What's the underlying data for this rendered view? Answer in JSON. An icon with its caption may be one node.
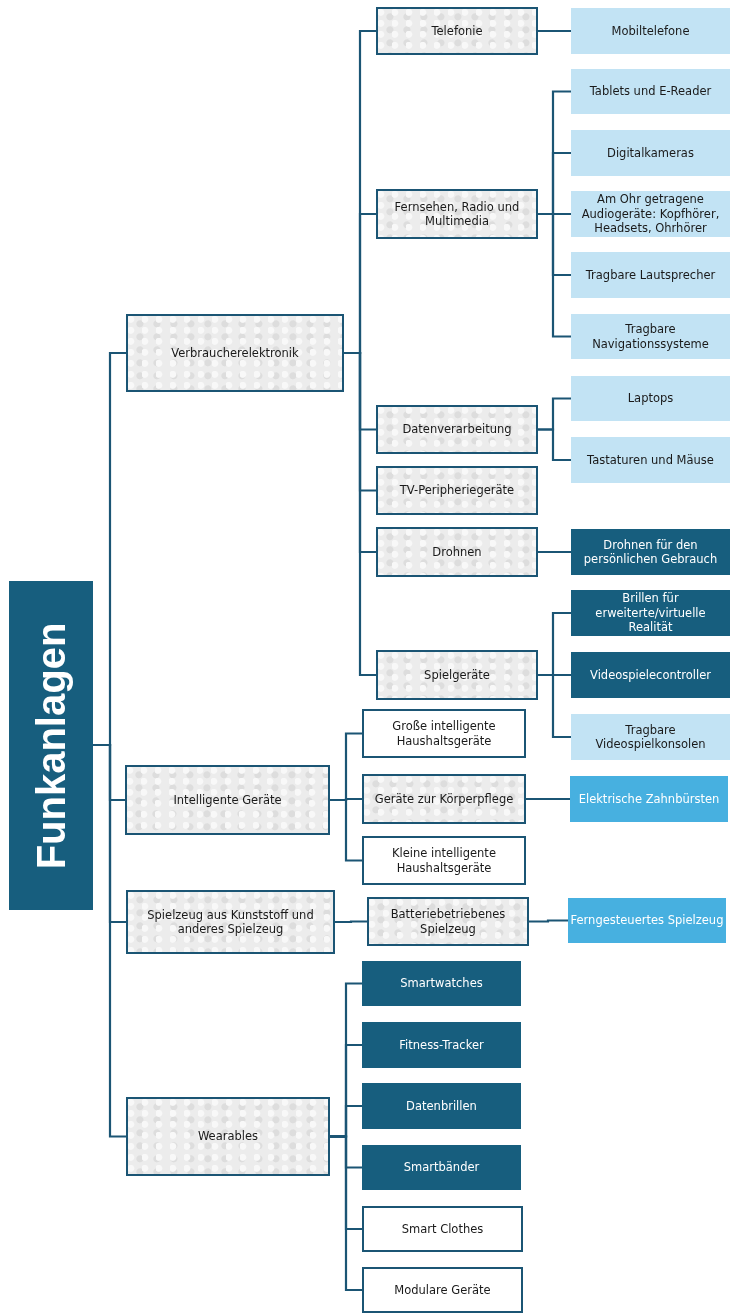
{
  "diagram": {
    "nodes": [
      {
        "text": [
          "Funkanlagen"
        ]
      },
      {
        "text": [
          "Verbraucherelektronik"
        ]
      },
      {
        "text": [
          "Telefonie"
        ]
      },
      {
        "text": [
          "Mobiltelefone"
        ]
      },
      {
        "text": [
          "Fernsehen, Radio und Multimedia"
        ]
      },
      {
        "text": [
          "Tablets und E-Reader"
        ]
      },
      {
        "text": [
          "Digitalkameras"
        ]
      },
      {
        "text": [
          "Am Ohr getragene Audiogeräte: Kopfhörer, Headsets, Ohrhörer"
        ]
      },
      {
        "text": [
          "Tragbare Lautsprecher"
        ]
      },
      {
        "text": [
          "Tragbare Navigationssysteme"
        ]
      },
      {
        "text": [
          "Datenverarbeitung"
        ]
      },
      {
        "text": [
          "Laptops"
        ]
      },
      {
        "text": [
          "Tastaturen und Mäuse"
        ]
      },
      {
        "text": [
          "TV-Peripheriegeräte"
        ]
      },
      {
        "text": [
          "Drohnen"
        ]
      },
      {
        "text": [
          "Drohnen für den persönlichen Gebrauch"
        ]
      },
      {
        "text": [
          "Spielgeräte"
        ]
      },
      {
        "text": [
          "Brillen für erweiterte/virtuelle Realität"
        ]
      },
      {
        "text": [
          "Videospielecontroller"
        ]
      },
      {
        "text": [
          "Tragbare Videospielkonsolen"
        ]
      },
      {
        "text": [
          "Intelligente Geräte"
        ]
      },
      {
        "text": [
          "Große intelligente Haushaltsgeräte"
        ]
      },
      {
        "text": [
          "Geräte zur Körperpflege"
        ]
      },
      {
        "text": [
          "Elektrische Zahnbürsten"
        ]
      },
      {
        "text": [
          "Kleine intelligente Haushaltsgeräte"
        ]
      },
      {
        "text": [
          "Spielzeug aus Kunststoff und anderes Spielzeug"
        ]
      },
      {
        "text": [
          "Batteriebetriebenes Spielzeug"
        ]
      },
      {
        "text": [
          "Ferngesteuertes Spielzeug"
        ]
      },
      {
        "text": [
          "Wearables"
        ]
      },
      {
        "text": [
          "Smartwatches"
        ]
      },
      {
        "text": [
          "Fitness-Tracker"
        ]
      },
      {
        "text": [
          "Datenbrillen"
        ]
      },
      {
        "text": [
          "Smartbänder"
        ]
      },
      {
        "text": [
          "Smart Clothes"
        ]
      },
      {
        "text": [
          "Modulare Geräte"
        ]
      }
    ],
    "edges": [
      {
        "from": 0,
        "to": 1,
        "arrow": "none"
      },
      {
        "from": 1,
        "to": 2,
        "arrow": "none"
      },
      {
        "from": 2,
        "to": 3,
        "arrow": "none"
      },
      {
        "from": 1,
        "to": 4,
        "arrow": "none"
      },
      {
        "from": 4,
        "to": 5,
        "arrow": "none"
      },
      {
        "from": 4,
        "to": 6,
        "arrow": "none"
      },
      {
        "from": 4,
        "to": 7,
        "arrow": "none"
      },
      {
        "from": 4,
        "to": 8,
        "arrow": "none"
      },
      {
        "from": 4,
        "to": 9,
        "arrow": "none"
      },
      {
        "from": 1,
        "to": 10,
        "arrow": "none"
      },
      {
        "from": 10,
        "to": 11,
        "arrow": "none"
      },
      {
        "from": 10,
        "to": 12,
        "arrow": "none"
      },
      {
        "from": 1,
        "to": 13,
        "arrow": "none"
      },
      {
        "from": 1,
        "to": 14,
        "arrow": "none"
      },
      {
        "from": 14,
        "to": 15,
        "arrow": "none"
      },
      {
        "from": 1,
        "to": 16,
        "arrow": "none"
      },
      {
        "from": 16,
        "to": 17,
        "arrow": "none"
      },
      {
        "from": 16,
        "to": 18,
        "arrow": "none"
      },
      {
        "from": 16,
        "to": 19,
        "arrow": "none"
      },
      {
        "from": 0,
        "to": 20,
        "arrow": "none"
      },
      {
        "from": 20,
        "to": 21,
        "arrow": "none"
      },
      {
        "from": 20,
        "to": 22,
        "arrow": "none"
      },
      {
        "from": 22,
        "to": 23,
        "arrow": "none"
      },
      {
        "from": 20,
        "to": 24,
        "arrow": "none"
      },
      {
        "from": 0,
        "to": 25,
        "arrow": "none"
      },
      {
        "from": 25,
        "to": 26,
        "arrow": "none"
      },
      {
        "from": 26,
        "to": 27,
        "arrow": "none"
      },
      {
        "from": 0,
        "to": 28,
        "arrow": "none"
      },
      {
        "from": 28,
        "to": 29,
        "arrow": "none"
      },
      {
        "from": 28,
        "to": 30,
        "arrow": "none"
      },
      {
        "from": 28,
        "to": 31,
        "arrow": "none"
      },
      {
        "from": 28,
        "to": 32,
        "arrow": "none"
      },
      {
        "from": 28,
        "to": 33,
        "arrow": "none"
      },
      {
        "from": 28,
        "to": 34,
        "arrow": "none"
      }
    ]
  }
}
